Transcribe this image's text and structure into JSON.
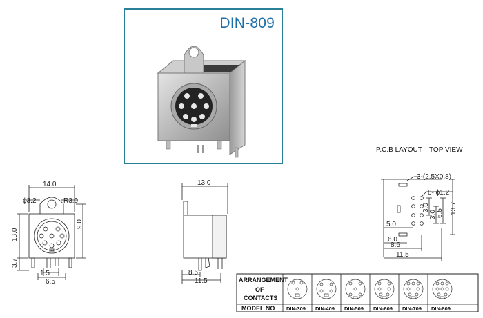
{
  "product": {
    "model": "DIN-809"
  },
  "front_view": {
    "width": "14.0",
    "hole": "ϕ3.2",
    "radius": "R3.0",
    "height": "13.0",
    "top_offset": "9.0",
    "pin_offset": "3.7",
    "pitch": "1.5",
    "pin_span": "6.5"
  },
  "side_view": {
    "depth": "13.0",
    "pin_pos": "8.6",
    "base": "11.5"
  },
  "pcb": {
    "title": "P.C.B LAYOUT",
    "view": "TOP VIEW",
    "slot": "3-(2.5X0.8)",
    "holes": "8- ϕ1.2",
    "v1": "3.0",
    "v2": "3.0",
    "v3": "6.5",
    "v4": "13.7",
    "h1": "5.0",
    "h2": "6.0",
    "h3": "8.6",
    "h4": "11.5"
  },
  "table": {
    "row_label_1": "ARRANGEMENT",
    "row_label_2": "OF",
    "row_label_3": "CONTACTS",
    "row_label_model": "MODEL NO",
    "models": [
      "DIN-309",
      "DIN-409",
      "DIN-509",
      "DIN-609",
      "DIN-709",
      "DIN-809"
    ]
  }
}
